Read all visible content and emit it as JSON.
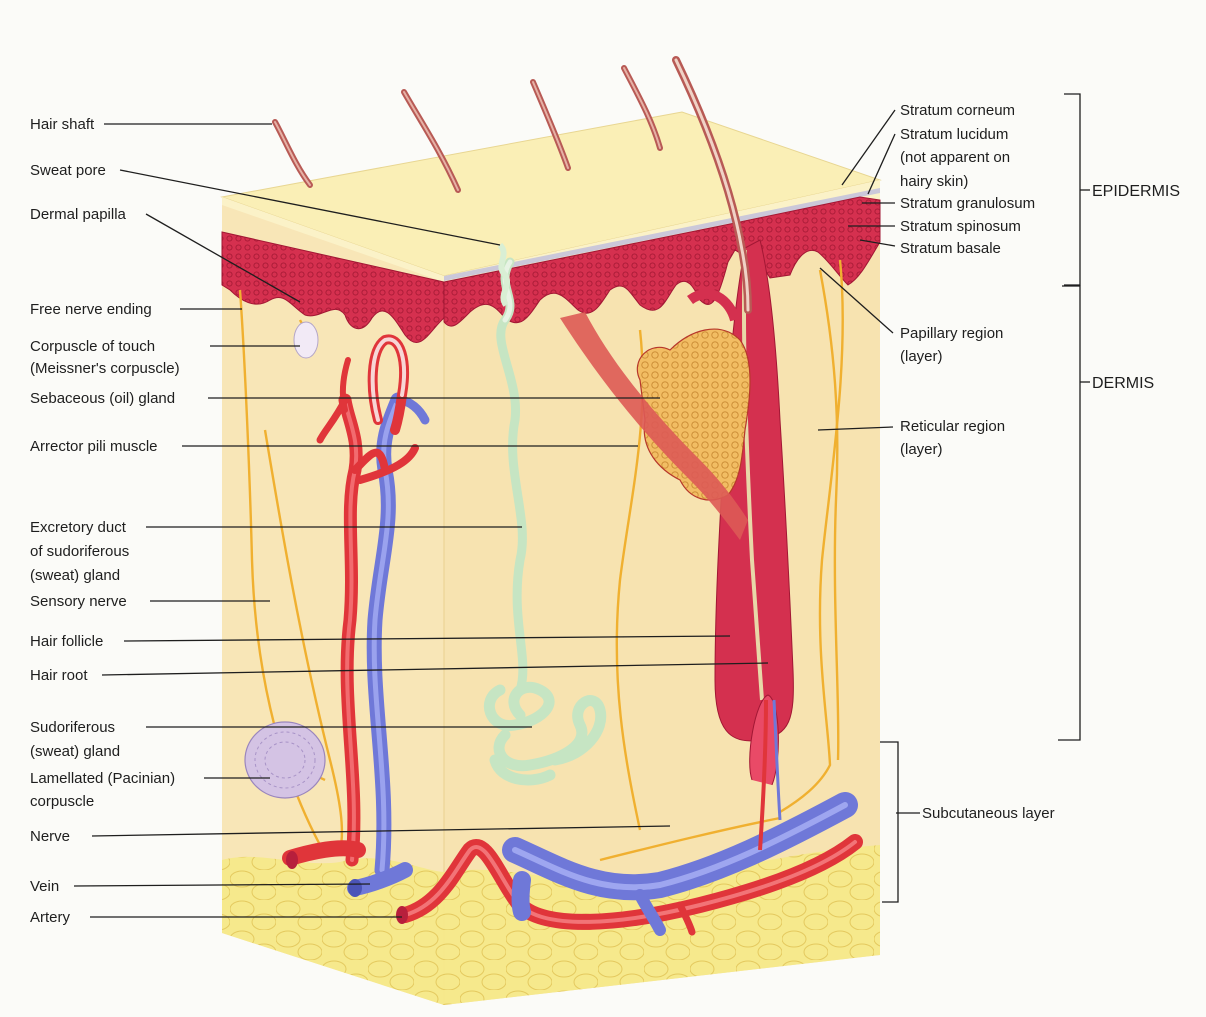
{
  "diagram": {
    "labels_left": {
      "hair_shaft": "Hair shaft",
      "sweat_pore": "Sweat pore",
      "dermal_papilla": "Dermal papilla",
      "free_nerve_ending": "Free nerve ending",
      "corpuscle_of_touch_1": "Corpuscle of touch",
      "corpuscle_of_touch_2": "(Meissner's corpuscle)",
      "sebaceous_gland": "Sebaceous (oil) gland",
      "arrector_pili": "Arrector pili muscle",
      "excretory_duct_1": "Excretory duct",
      "excretory_duct_2": "of sudoriferous",
      "excretory_duct_3": "(sweat) gland",
      "sensory_nerve": "Sensory nerve",
      "hair_follicle": "Hair follicle",
      "hair_root": "Hair root",
      "sudoriferous_gland_1": "Sudoriferous",
      "sudoriferous_gland_2": "(sweat) gland",
      "lamellated_1": "Lamellated (Pacinian)",
      "lamellated_2": "corpuscle",
      "nerve": "Nerve",
      "vein": "Vein",
      "artery": "Artery"
    },
    "labels_right": {
      "stratum_corneum": "Stratum corneum",
      "stratum_lucidum_1": "Stratum lucidum",
      "stratum_lucidum_2": "(not apparent on",
      "stratum_lucidum_3": "hairy skin)",
      "stratum_granulosum": "Stratum granulosum",
      "stratum_spinosum": "Stratum spinosum",
      "stratum_basale": "Stratum basale",
      "papillary_1": "Papillary region",
      "papillary_2": "(layer)",
      "reticular_1": "Reticular region",
      "reticular_2": "(layer)",
      "subcutaneous": "Subcutaneous layer"
    },
    "regions": {
      "epidermis": "EPIDERMIS",
      "dermis": "DERMIS"
    },
    "colors": {
      "background": "#fbfbf8",
      "dermis_fill": "#f8e8b8",
      "top_surface": "#f9ecb2",
      "epidermis": "#d7304e",
      "epidermis_dark": "#b71f3c",
      "artery": "#e0353a",
      "vein": "#6f78d8",
      "nerve": "#f2b233",
      "sweat_gland": "#c9e6c4",
      "fat": "#f3e27a",
      "pacinian": "#c9b6dc"
    }
  }
}
